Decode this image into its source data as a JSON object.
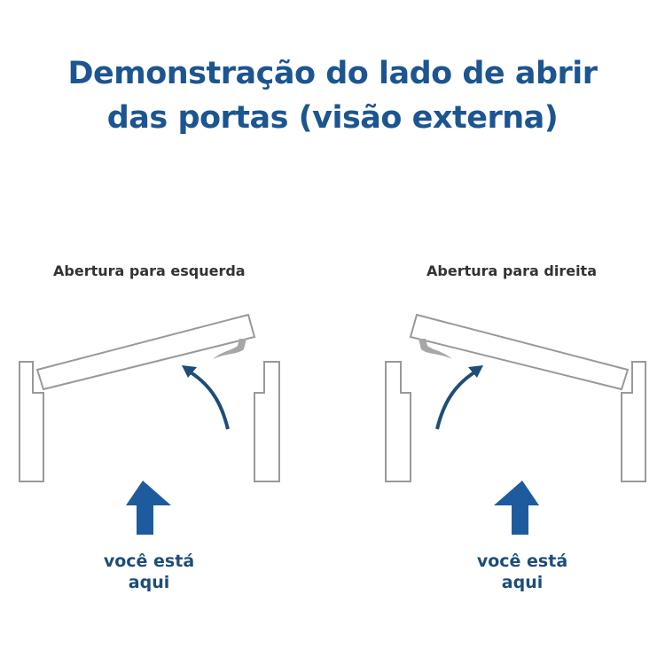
{
  "title": {
    "line1": "Demonstração do lado de abrir",
    "line2": "das portas (visão externa)"
  },
  "panels": [
    {
      "label": "Abertura para esquerda",
      "here_line1": "você está",
      "here_line2": "aqui"
    },
    {
      "label": "Abertura para direita",
      "here_line1": "você está",
      "here_line2": "aqui"
    }
  ],
  "colors": {
    "title": "#1c5590",
    "arrow": "#1e5b9e",
    "curve": "#1d4d78",
    "frame": "#999999",
    "handle": "#a6a6a6"
  }
}
